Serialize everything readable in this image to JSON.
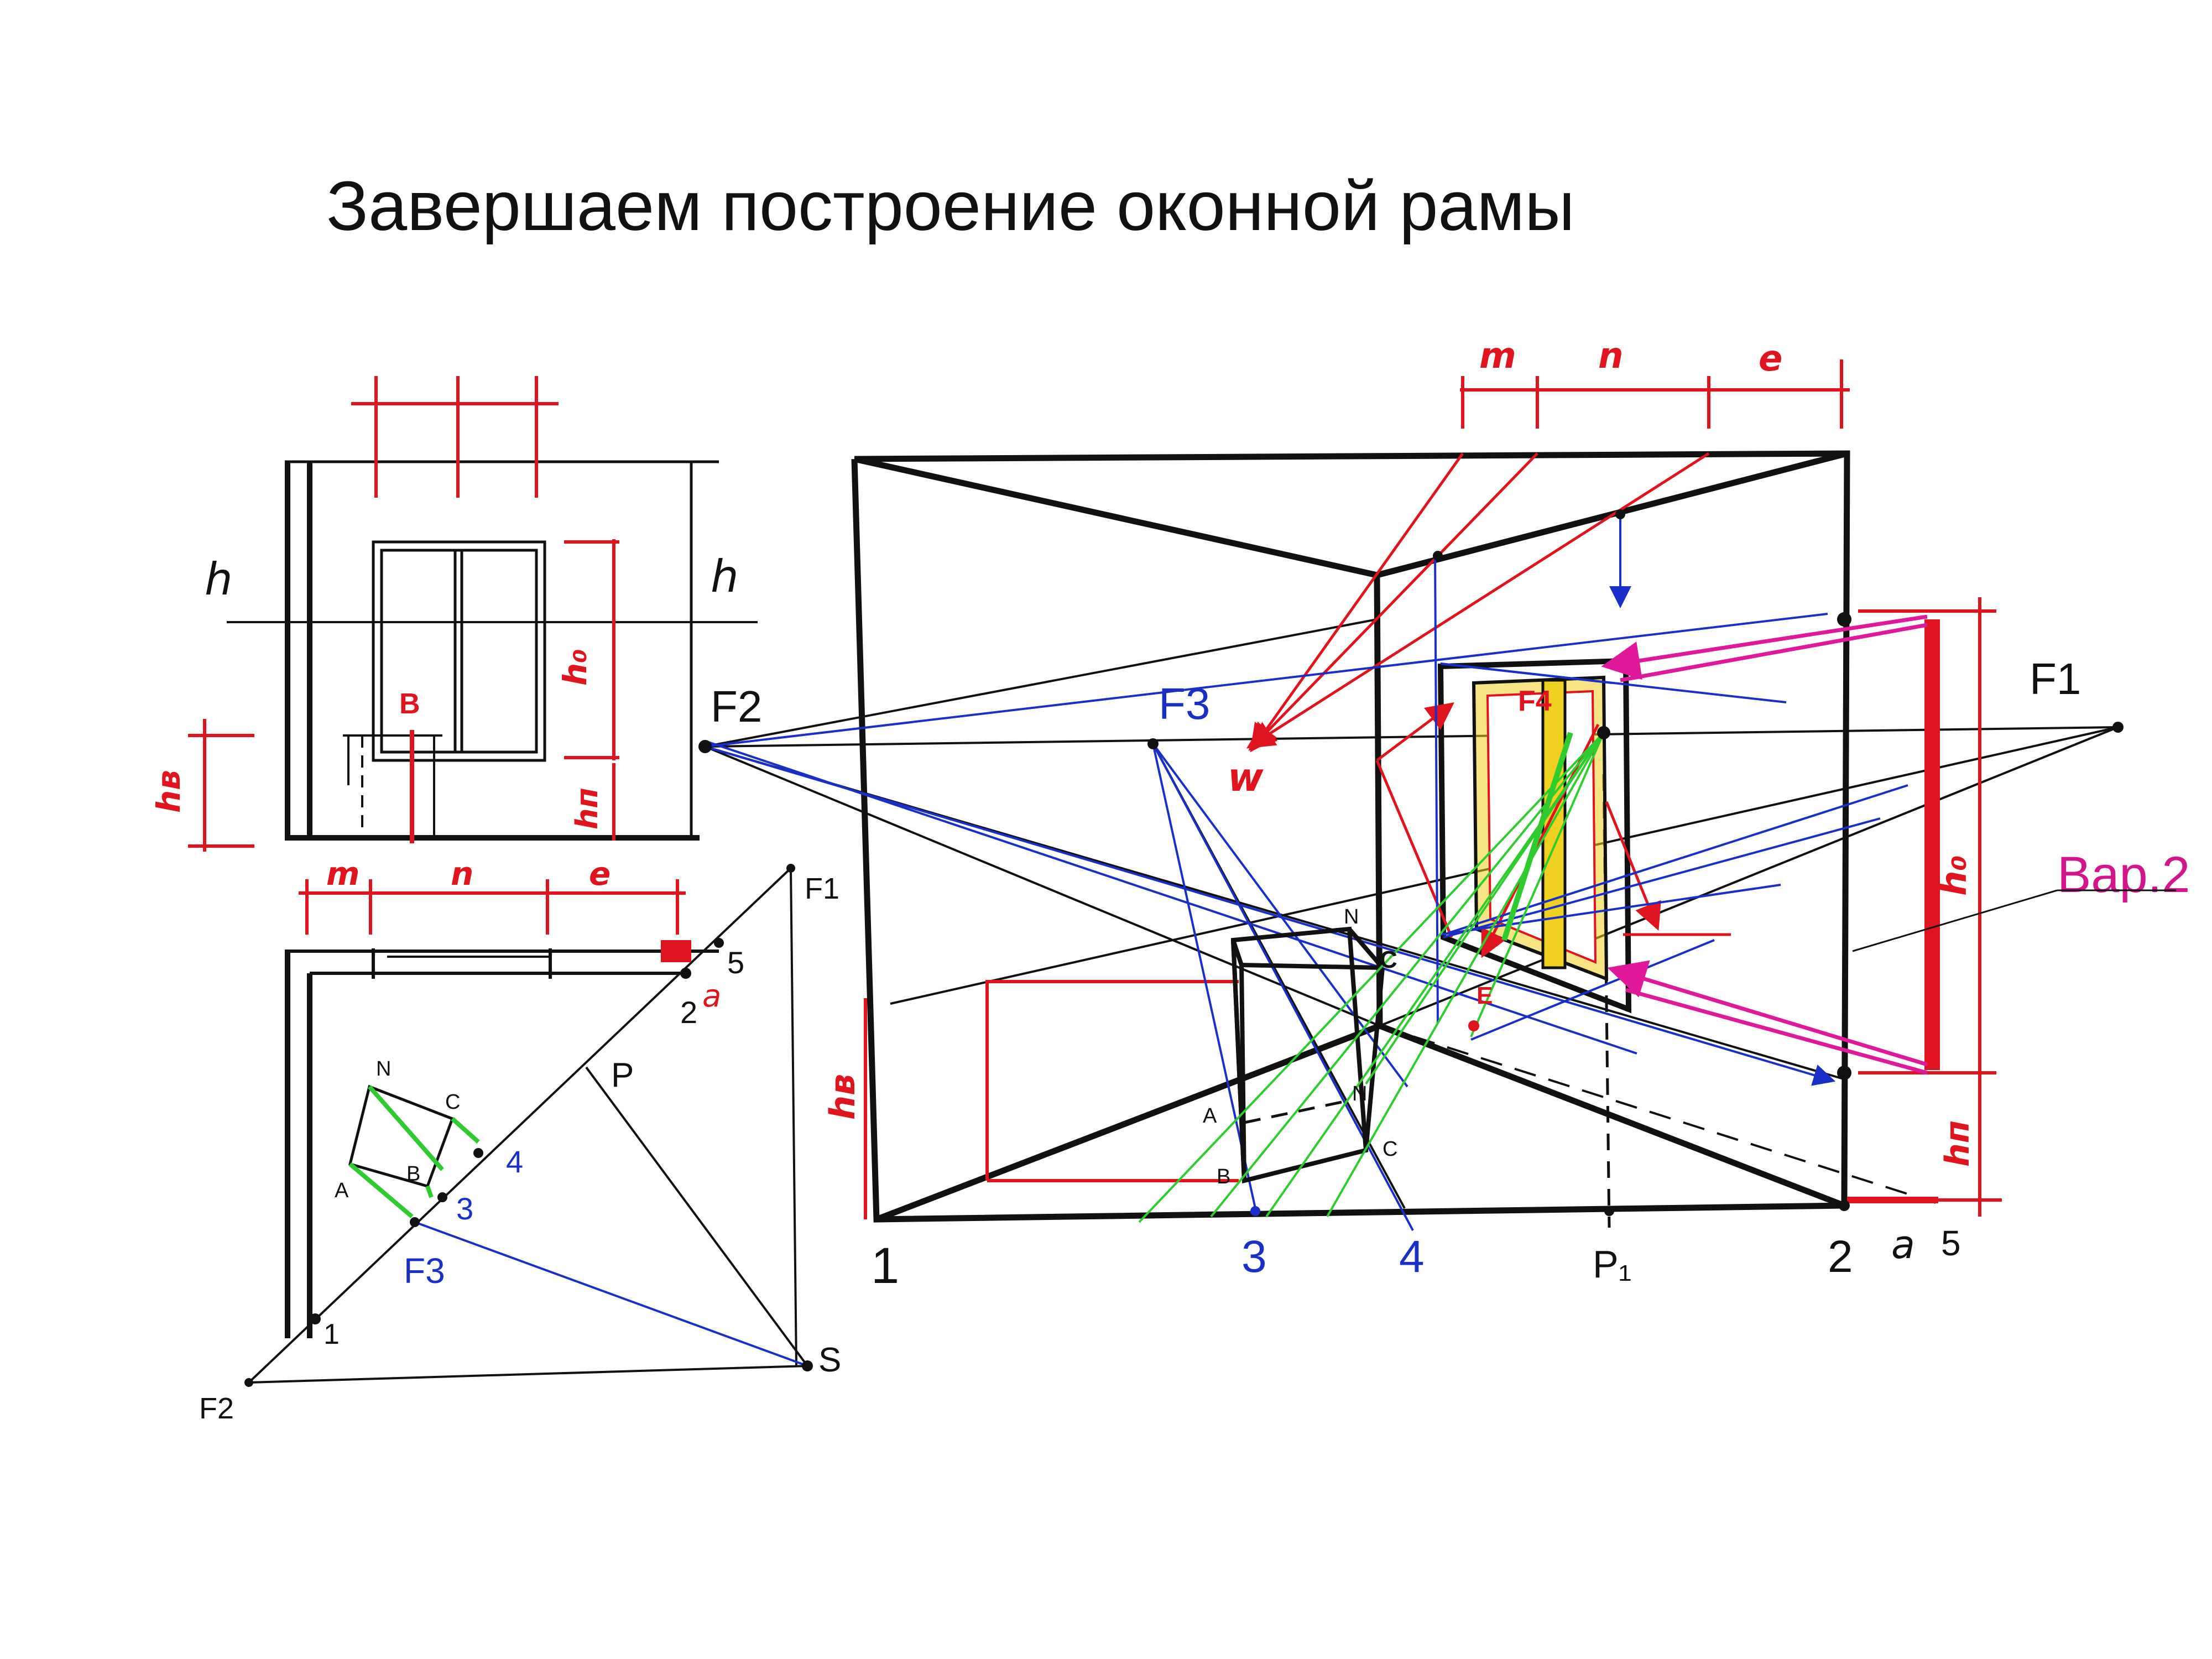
{
  "title": "Завершаем построение оконной рамы",
  "variant_label": "Вар.2",
  "colors": {
    "construction": "#111111",
    "dimension": "#e0141e",
    "projection": "#1a2fc8",
    "shadow": "#2ecc2e",
    "highlight": "#e0189a",
    "frame": "#f0d020"
  },
  "elevation": {
    "labels": {
      "horizon_left": "h",
      "horizon_right": "h",
      "window_height": "h₀",
      "sill_height": "hп",
      "radiator_height": "hв",
      "radiator": "B",
      "dim_m": "m",
      "dim_n": "n",
      "dim_e": "e"
    }
  },
  "plan": {
    "labels": {
      "F1": "F1",
      "F2": "F2",
      "F3": "F3",
      "P": "P",
      "S": "S",
      "p1": "1",
      "p2": "2",
      "p3": "3",
      "p4": "4",
      "p5": "5",
      "a": "a",
      "A": "A",
      "B": "B",
      "C": "C",
      "N": "N"
    }
  },
  "perspective": {
    "labels": {
      "F2": "F2",
      "F1": "F1",
      "F3": "F3",
      "F4": "F4",
      "w": "w",
      "E": "E",
      "dim_m": "m",
      "dim_n": "n",
      "dim_e": "e",
      "h0": "h₀",
      "hn": "hп",
      "hv": "hв",
      "A": "A",
      "B": "B",
      "C": "C",
      "N": "N",
      "C_prime": "C",
      "N_prime": "N",
      "base1": "1",
      "base3": "3",
      "base4": "4",
      "baseP1": "P₁",
      "base2": "2",
      "base_a": "a",
      "base5": "5"
    }
  }
}
